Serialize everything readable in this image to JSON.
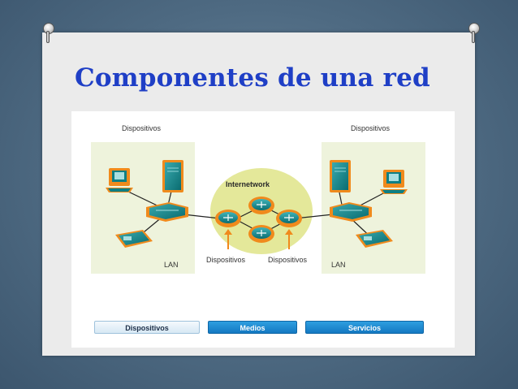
{
  "slide": {
    "title": "Componentes de una red"
  },
  "diagram": {
    "left_devices_label": "Dispositivos",
    "right_devices_label": "Dispositivos",
    "internetwork_label": "Internetwork",
    "bottom_left_devices_label": "Dispositivos",
    "bottom_right_devices_label": "Dispositivos",
    "left_lan_label": "LAN",
    "right_lan_label": "LAN"
  },
  "tabs": [
    {
      "label": "Dispositivos",
      "active": false
    },
    {
      "label": "Medios",
      "active": true
    },
    {
      "label": "Servicios",
      "active": true
    }
  ],
  "colors": {
    "title": "#1f3fc6",
    "lan_area": "#eef3dc",
    "internetwork_area": "#e4e89a",
    "device_highlight": "#f08a1c",
    "device_body": "#0f8a8f",
    "tab_active": "#1a86cf",
    "tab_inactive": "#e3f0f9"
  }
}
